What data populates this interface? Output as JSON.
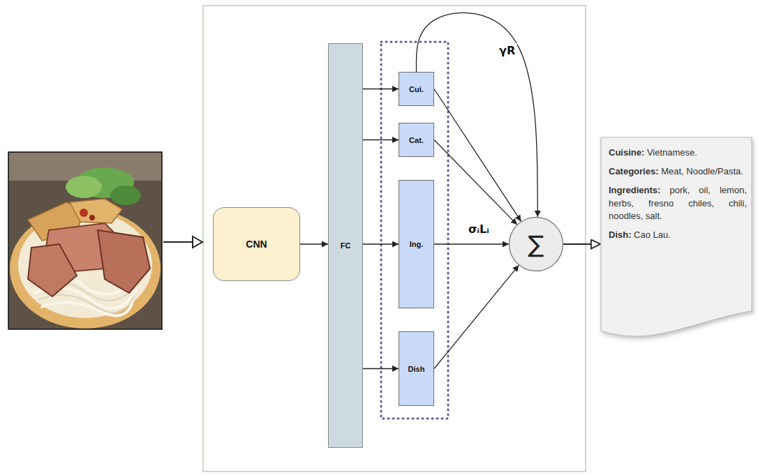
{
  "diagram": {
    "nodes": [
      {
        "text": [
          "CNN"
        ]
      },
      {
        "text": [
          "FC"
        ]
      },
      {
        "text": [
          "Cui."
        ]
      },
      {
        "text": [
          "Cat."
        ]
      },
      {
        "text": [
          "Ing."
        ]
      },
      {
        "text": [
          "Dish"
        ]
      },
      {
        "text": [
          "∑"
        ]
      },
      {
        "text": [
          "Cuisine: Vietnamese.",
          "Categories: Meat, Noodle/Pasta.",
          "Ingredients: pork, oil, lemon, herbs, fresno chiles, chili, noodles, salt.",
          "Dish: Cao Lau."
        ]
      }
    ],
    "edges": [
      {
        "from": 0,
        "to": 1,
        "arrow": "to"
      },
      {
        "from": 1,
        "to": 2,
        "arrow": "to"
      },
      {
        "from": 1,
        "to": 3,
        "arrow": "to"
      },
      {
        "from": 1,
        "to": 4,
        "arrow": "to"
      },
      {
        "from": 1,
        "to": 5,
        "arrow": "to"
      },
      {
        "from": 2,
        "to": 6,
        "arrow": "to"
      },
      {
        "from": 3,
        "to": 6,
        "arrow": "to"
      },
      {
        "from": 4,
        "to": 6,
        "label": "σᵢLᵢ",
        "arrow": "to"
      },
      {
        "from": 5,
        "to": 6,
        "arrow": "to"
      },
      {
        "from": 2,
        "to": 6,
        "label": "γR",
        "arrow": "to"
      },
      {
        "from": 6,
        "to": 7,
        "arrow": "to"
      }
    ]
  }
}
